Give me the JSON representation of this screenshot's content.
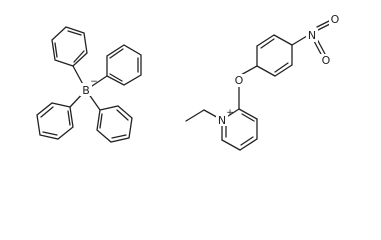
{
  "figure": {
    "type": "chemical-structure",
    "molecules": [
      {
        "id": "tetraphenylborate",
        "center_atom": {
          "symbol": "B",
          "charge": "-"
        },
        "substituents": [
          "phenyl",
          "phenyl",
          "phenyl",
          "phenyl"
        ]
      },
      {
        "id": "1-ethyl-2-(4-nitrophenoxy)pyridinium",
        "ring_atom": {
          "symbol": "N",
          "charge": "+"
        },
        "linker_atom": {
          "symbol": "O"
        },
        "nitro": {
          "N": "N",
          "O1": "O",
          "O2": "O"
        }
      }
    ]
  },
  "labels": {
    "boron": "B",
    "boron_charge": "−",
    "pyridinium_n": "N",
    "pyridinium_charge": "+",
    "ether_o": "O",
    "nitro_n": "N",
    "nitro_o1": "O",
    "nitro_o2": "O"
  }
}
